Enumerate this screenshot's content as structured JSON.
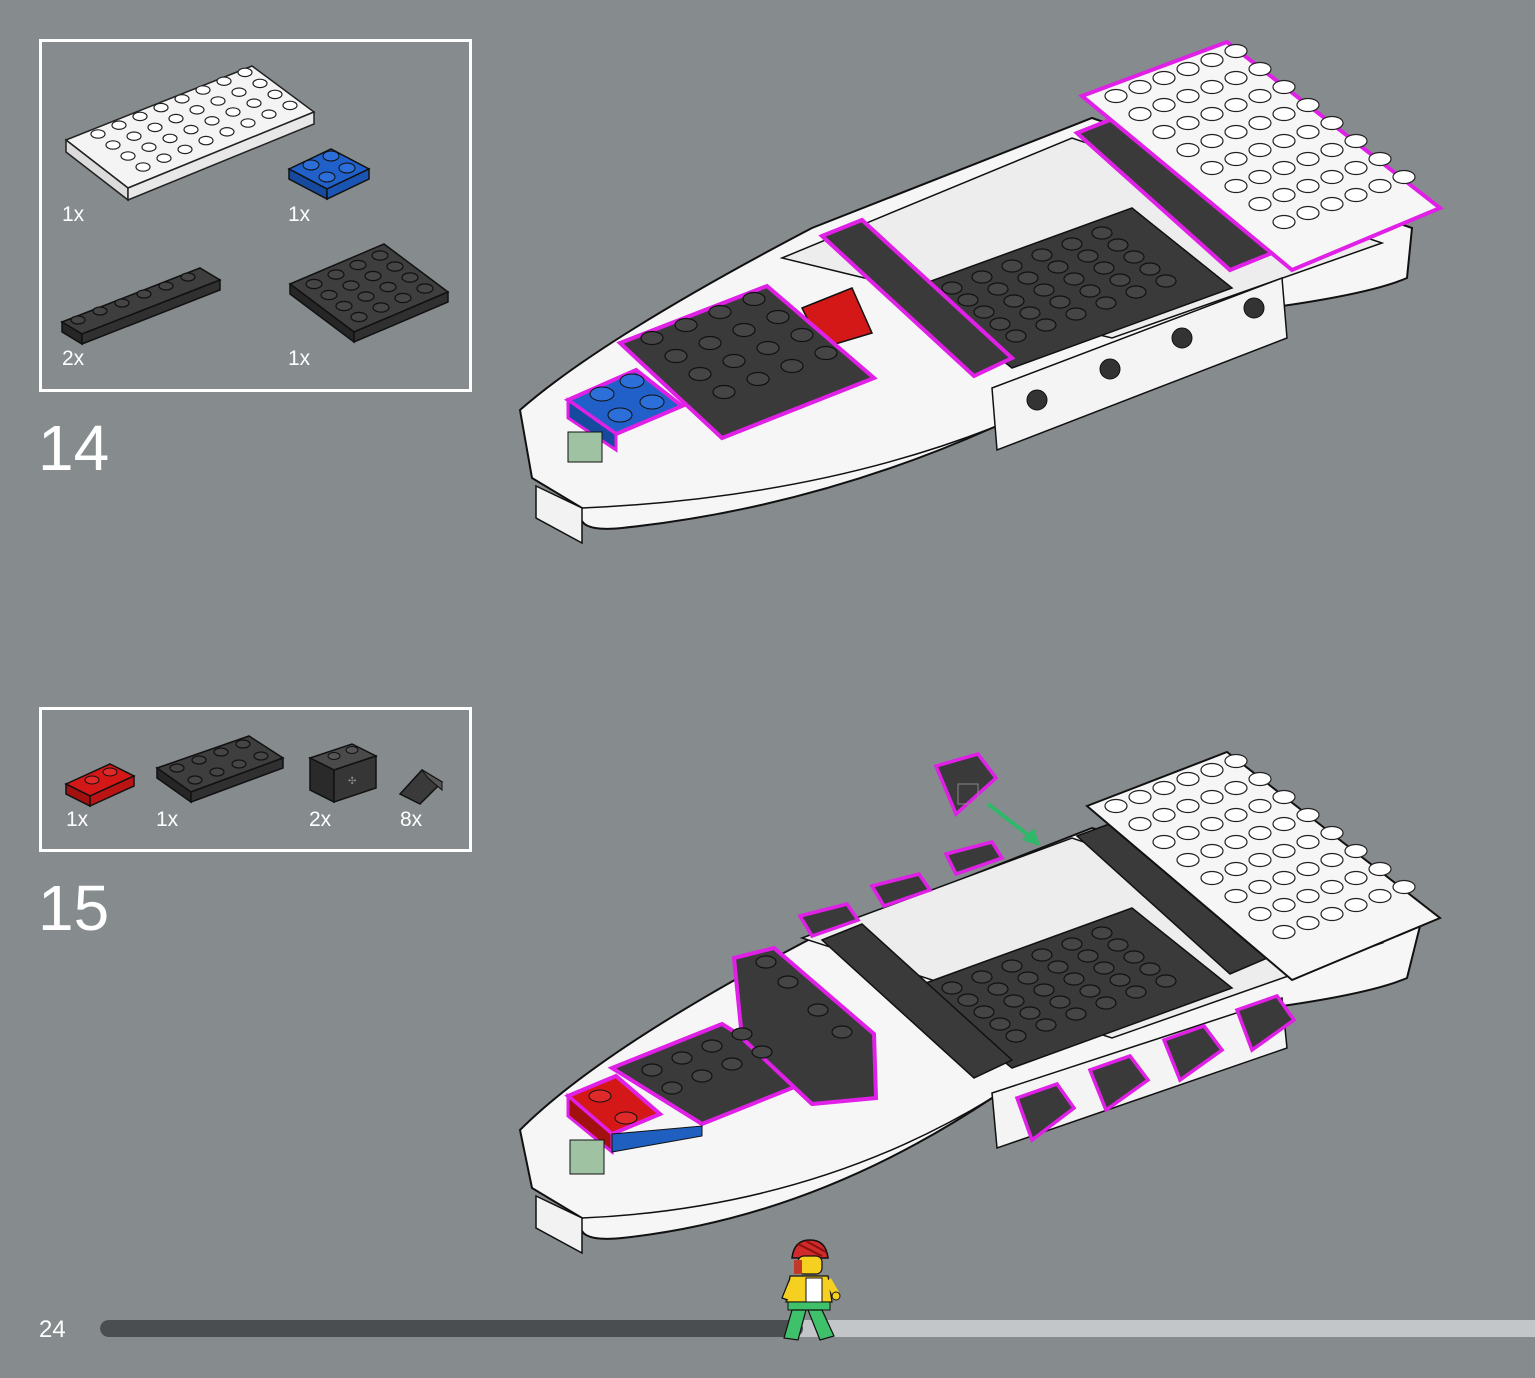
{
  "page_number": "24",
  "progress": 0.49,
  "colors": {
    "background": "#868b8e",
    "highlight": "#e020e6",
    "arrow": "#2fb76a",
    "brick_black": "#3a3a3a",
    "brick_white": "#f4f4f4",
    "brick_blue": "#1f5fc0",
    "brick_red": "#d41818"
  },
  "steps": [
    {
      "number": "14",
      "parts": [
        {
          "icon": "white-plate-4x8-icon",
          "qty": "1x"
        },
        {
          "icon": "blue-plate-2x2-icon",
          "qty": "1x"
        },
        {
          "icon": "black-plate-1x6-icon",
          "qty": "2x"
        },
        {
          "icon": "black-plate-4x4-icon",
          "qty": "1x"
        }
      ]
    },
    {
      "number": "15",
      "parts": [
        {
          "icon": "red-plate-1x2-icon",
          "qty": "1x"
        },
        {
          "icon": "black-plate-2x4-icon",
          "qty": "1x"
        },
        {
          "icon": "black-technic-brick-1x2-icon",
          "qty": "2x"
        },
        {
          "icon": "black-slope-tile-icon",
          "qty": "8x"
        }
      ]
    }
  ]
}
